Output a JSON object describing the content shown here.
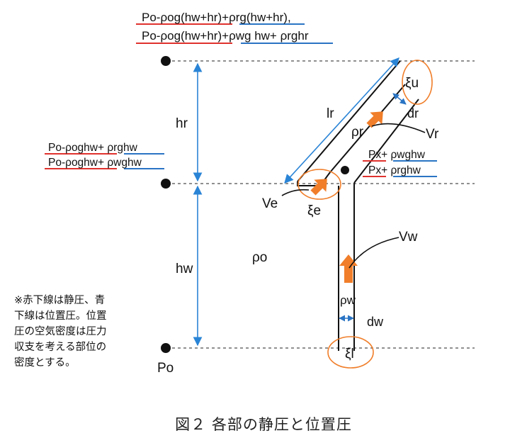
{
  "colors": {
    "red": "#e0322e",
    "blue": "#2a74c4",
    "orange": "#f07e2a",
    "black": "#111111",
    "axis": "#2a84d6"
  },
  "top_formula": [
    {
      "red": "Po-ρog(hw+hr)",
      "sep": "+",
      "blue": "ρrg(hw+hr)",
      "tail": ","
    },
    {
      "red": "Po-ρog(hw+hr)",
      "sep": "+",
      "blue": "ρwg hw+ ρrghr",
      "tail": ""
    }
  ],
  "left_formula": [
    {
      "red": "Po-ρoghw",
      "sep": "+ ",
      "blue": "ρrghw"
    },
    {
      "red": "Po-ρoghw",
      "sep": "+ ",
      "blue": "ρwghw"
    }
  ],
  "right_formula": [
    {
      "red": "Px",
      "sep": "+ ",
      "blue": "ρwghw"
    },
    {
      "red": "Px",
      "sep": "+ ",
      "blue": "ρrghw"
    }
  ],
  "labels": {
    "hr": "hr",
    "hw": "hw",
    "lr": "lr",
    "rho_r": "ρr",
    "rho_o": "ρo",
    "rho_w": "ρw",
    "dr": "dr",
    "dw": "dw",
    "Vr": "Vr",
    "Ve": "Ve",
    "Vw": "Vw",
    "xi_u": "ξu",
    "xi_e": "ξe",
    "xi_l": "ξl",
    "Po": "Po"
  },
  "note": [
    "※赤下線は静圧、青",
    "下線は位置圧。位置",
    "圧の空気密度は圧力",
    "収支を考える部位の",
    "密度とする。"
  ],
  "caption": "図２ 各部の静圧と位置圧"
}
